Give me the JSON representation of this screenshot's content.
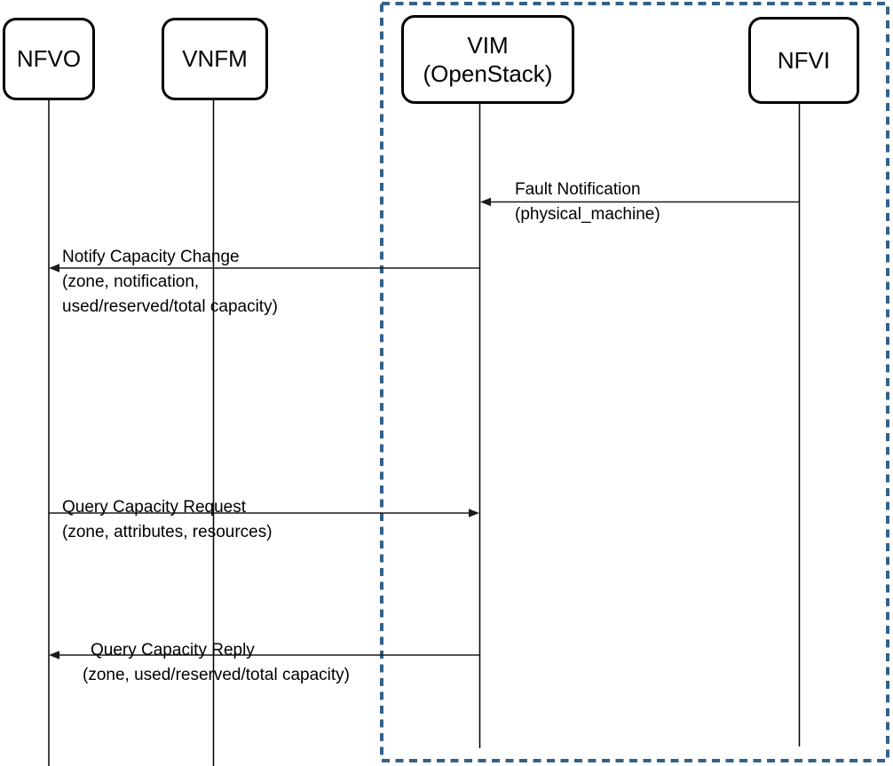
{
  "actors": {
    "nfvo": {
      "label": "NFVO"
    },
    "vnfm": {
      "label": "VNFM"
    },
    "vim": {
      "label_line1": "VIM",
      "label_line2": "(OpenStack)"
    },
    "nfvi": {
      "label": "NFVI"
    }
  },
  "messages": {
    "fault_notification": {
      "from": "NFVI",
      "to": "VIM",
      "line1": "Fault Notification",
      "line2": "(physical_machine)"
    },
    "notify_capacity_change": {
      "from": "VIM",
      "to": "NFVO",
      "line1": "Notify Capacity Change",
      "line2": "(zone, notification,",
      "line3": "used/reserved/total capacity)"
    },
    "query_capacity_request": {
      "from": "NFVO",
      "to": "VIM",
      "line1": "Query Capacity Request",
      "line2": "(zone, attributes, resources)"
    },
    "query_capacity_reply": {
      "from": "VIM",
      "to": "NFVO",
      "line1": "Query Capacity Reply",
      "line2": "(zone, used/reserved/total capacity)"
    }
  },
  "colors": {
    "dashed_boundary": "#336189",
    "line": "#000000"
  }
}
